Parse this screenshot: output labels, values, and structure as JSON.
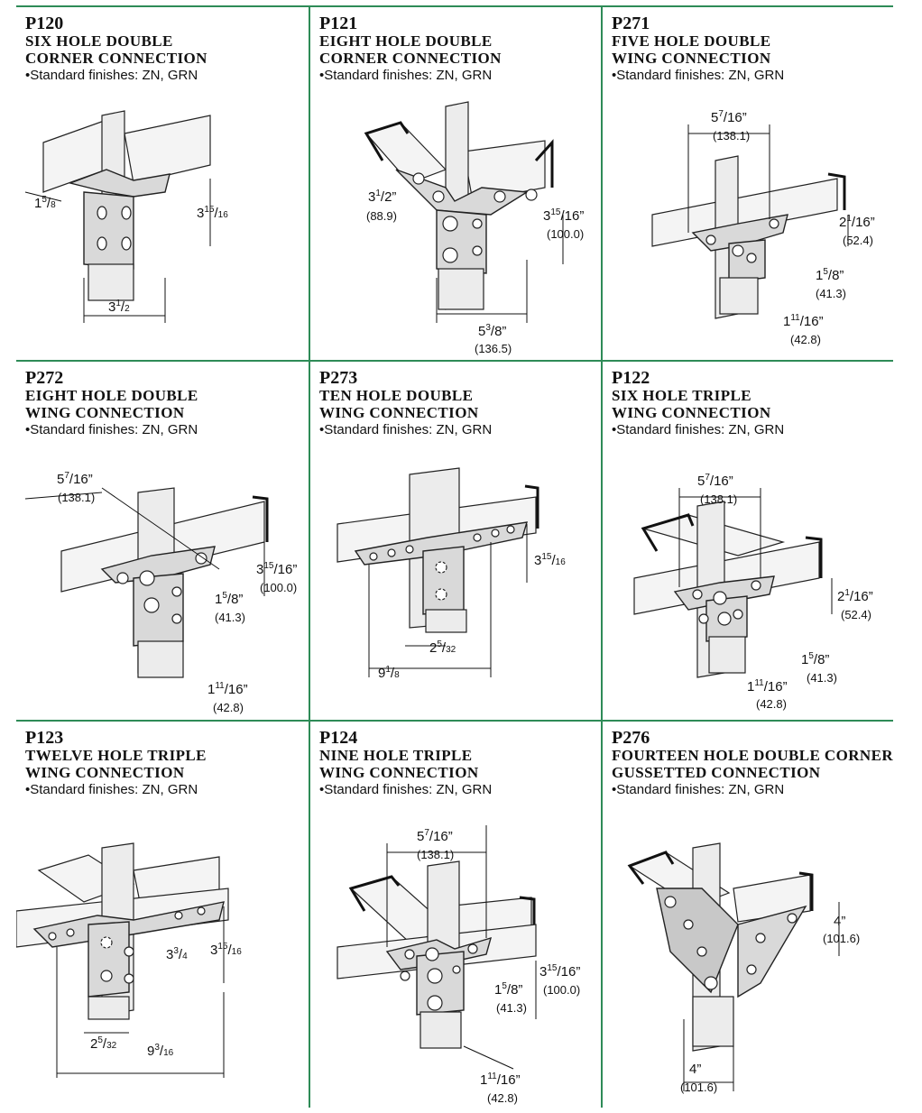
{
  "products": [
    {
      "code": "P120",
      "title_lines": [
        "SIX HOLE DOUBLE",
        "CORNER CONNECTION"
      ],
      "finish": "•Standard finishes: ZN, GRN",
      "dims": [
        {
          "w": "1",
          "sup": "5",
          "sub": "8"
        },
        {
          "w": "3",
          "sup": "15",
          "sub": "16"
        },
        {
          "w": "3",
          "sup": "1",
          "sub": "2"
        }
      ]
    },
    {
      "code": "P121",
      "title_lines": [
        "EIGHT HOLE DOUBLE",
        "CORNER CONNECTION"
      ],
      "finish": "•Standard finishes: ZN, GRN",
      "dims": [
        {
          "w": "3",
          "sup": "1",
          "sub": "2”",
          "mm": "(88.9)"
        },
        {
          "w": "3",
          "sup": "15",
          "sub": "16”",
          "mm": "(100.0)"
        },
        {
          "w": "5",
          "sup": "3",
          "sub": "8”",
          "mm": "(136.5)"
        }
      ]
    },
    {
      "code": "P271",
      "title_lines": [
        "FIVE HOLE DOUBLE",
        "WING CONNECTION"
      ],
      "finish": "•Standard finishes: ZN, GRN",
      "dims": [
        {
          "w": "5",
          "sup": "7",
          "sub": "16”",
          "mm": "(138.1)"
        },
        {
          "w": "2",
          "sup": "1",
          "sub": "16”",
          "mm": "(52.4)"
        },
        {
          "w": "1",
          "sup": "5",
          "sub": "8”",
          "mm": "(41.3)"
        },
        {
          "w": "1",
          "sup": "11",
          "sub": "16”",
          "mm": "(42.8)"
        }
      ]
    },
    {
      "code": "P272",
      "title_lines": [
        "EIGHT HOLE DOUBLE",
        "WING CONNECTION"
      ],
      "finish": "•Standard finishes: ZN, GRN",
      "dims": [
        {
          "w": "5",
          "sup": "7",
          "sub": "16”",
          "mm": "(138.1)"
        },
        {
          "w": "3",
          "sup": "15",
          "sub": "16”",
          "mm": "(100.0)"
        },
        {
          "w": "1",
          "sup": "5",
          "sub": "8”",
          "mm": "(41.3)"
        },
        {
          "w": "1",
          "sup": "11",
          "sub": "16”",
          "mm": "(42.8)"
        }
      ]
    },
    {
      "code": "P273",
      "title_lines": [
        "TEN HOLE DOUBLE",
        "WING CONNECTION"
      ],
      "finish": "•Standard finishes: ZN, GRN",
      "dims": [
        {
          "w": "3",
          "sup": "15",
          "sub": "16"
        },
        {
          "w": "2",
          "sup": "5",
          "sub": "32"
        },
        {
          "w": "9",
          "sup": "1",
          "sub": "8"
        }
      ]
    },
    {
      "code": "P122",
      "title_lines": [
        "SIX HOLE TRIPLE",
        "WING CONNECTION"
      ],
      "finish": "•Standard finishes: ZN, GRN",
      "dims": [
        {
          "w": "5",
          "sup": "7",
          "sub": "16”",
          "mm": "(138.1)"
        },
        {
          "w": "2",
          "sup": "1",
          "sub": "16”",
          "mm": "(52.4)"
        },
        {
          "w": "1",
          "sup": "5",
          "sub": "8”",
          "mm": "(41.3)"
        },
        {
          "w": "1",
          "sup": "11",
          "sub": "16”",
          "mm": "(42.8)"
        }
      ]
    },
    {
      "code": "P123",
      "title_lines": [
        "TWELVE HOLE TRIPLE",
        "WING CONNECTION"
      ],
      "finish": "•Standard finishes: ZN, GRN",
      "dims": [
        {
          "w": "3",
          "sup": "3",
          "sub": "4"
        },
        {
          "w": "3",
          "sup": "15",
          "sub": "16"
        },
        {
          "w": "2",
          "sup": "5",
          "sub": "32"
        },
        {
          "w": "9",
          "sup": "3",
          "sub": "16"
        }
      ]
    },
    {
      "code": "P124",
      "title_lines": [
        "NINE HOLE TRIPLE",
        "WING CONNECTION"
      ],
      "finish": "•Standard finishes: ZN, GRN",
      "dims": [
        {
          "w": "5",
          "sup": "7",
          "sub": "16”",
          "mm": "(138.1)"
        },
        {
          "w": "3",
          "sup": "15",
          "sub": "16”",
          "mm": "(100.0)"
        },
        {
          "w": "1",
          "sup": "5",
          "sub": "8”",
          "mm": "(41.3)"
        },
        {
          "w": "1",
          "sup": "11",
          "sub": "16”",
          "mm": "(42.8)"
        }
      ]
    },
    {
      "code": "P276",
      "title_lines": [
        "FOURTEEN HOLE DOUBLE CORNER",
        "GUSSETTED CONNECTION"
      ],
      "finish": "•Standard finishes: ZN, GRN",
      "dims": [
        {
          "w": "4”",
          "mm": "(101.6)"
        },
        {
          "w": "4”",
          "mm": "(101.6)"
        }
      ]
    }
  ]
}
